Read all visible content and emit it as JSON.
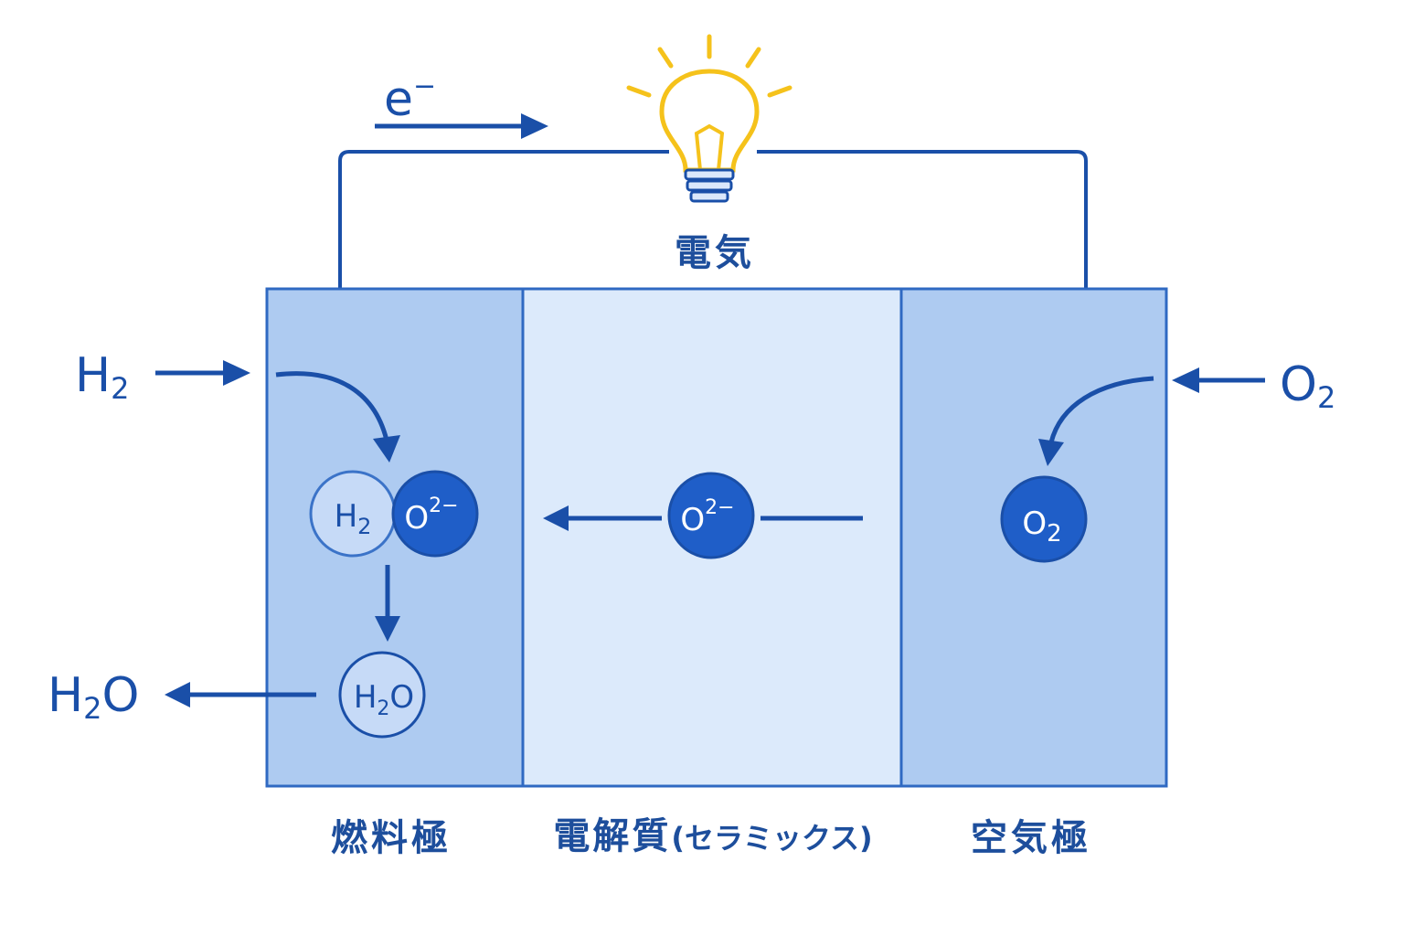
{
  "electron": {
    "label": "e",
    "sup": "−"
  },
  "bulb": {
    "icon": "light-bulb-icon",
    "color": "#f5c21b"
  },
  "electricity_label": "電気",
  "inputs": {
    "h2_in": {
      "main": "H",
      "sub": "2"
    },
    "o2_in": {
      "main": "O",
      "sub": "2"
    },
    "h2o_out": {
      "main": "H",
      "sub": "2",
      "tail": "O"
    }
  },
  "molecules": {
    "h2": {
      "main": "H",
      "sub": "2"
    },
    "o2minus_anode": {
      "main": "O",
      "sup": "2−"
    },
    "h2o": {
      "main": "H",
      "sub": "2",
      "tail": "O"
    },
    "o2minus_electrolyte": {
      "main": "O",
      "sup": "2−"
    },
    "o2_cathode": {
      "main": "O",
      "sub": "2"
    }
  },
  "regions": {
    "anode": "燃料極",
    "electrolyte": "電解質",
    "electrolyte_detail": "(セラミックス)",
    "cathode": "空気極"
  },
  "colors": {
    "primary": "#1a4fa8",
    "electrode_fill": "#aecbf1",
    "electrolyte_fill": "#dceafb",
    "molecule_fill": "#1f5ec8",
    "bulb": "#f5c21b"
  }
}
